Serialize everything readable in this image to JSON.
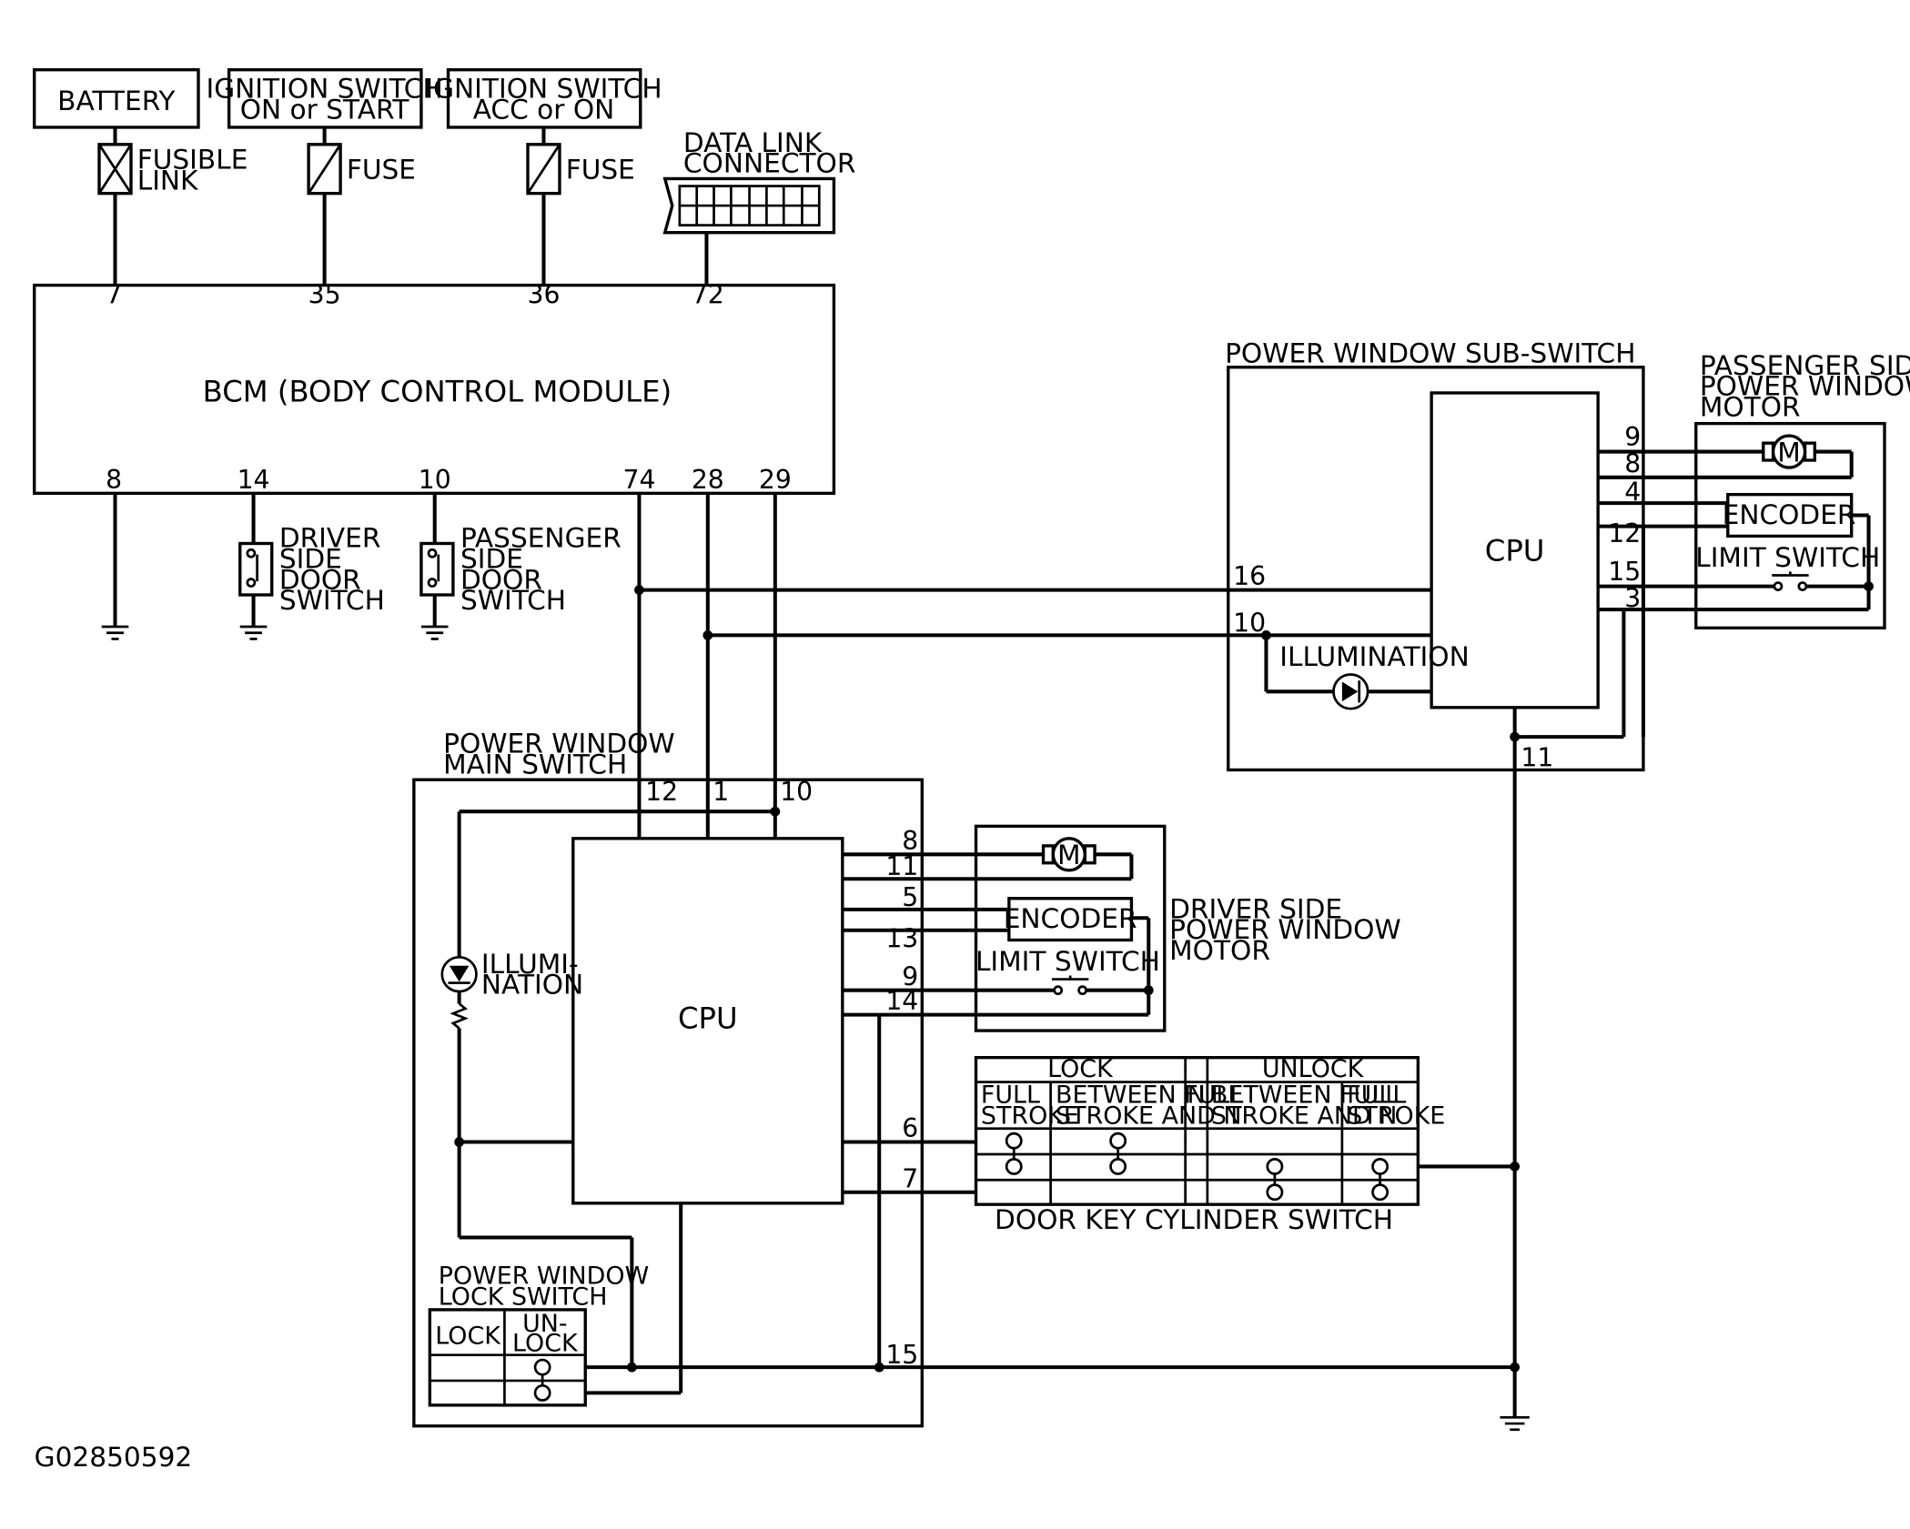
{
  "sources": {
    "battery": "BATTERY",
    "ign_on_start_1": "IGNITION SWITCH",
    "ign_on_start_2": "ON or START",
    "ign_acc_on_1": "IGNITION SWITCH",
    "ign_acc_on_2": "ACC or ON",
    "fusible_link_1": "FUSIBLE",
    "fusible_link_2": "LINK",
    "fuse_1": "FUSE",
    "fuse_2": "FUSE",
    "dlc_1": "DATA LINK",
    "dlc_2": "CONNECTOR"
  },
  "bcm": {
    "label": "BCM (BODY CONTROL MODULE)",
    "pins_top": [
      "7",
      "35",
      "36",
      "72"
    ],
    "pins_bottom": [
      "8",
      "14",
      "10",
      "74",
      "28",
      "29"
    ]
  },
  "door_switches": {
    "driver": [
      "DRIVER",
      "SIDE",
      "DOOR",
      "SWITCH"
    ],
    "passenger": [
      "PASSENGER",
      "SIDE",
      "DOOR",
      "SWITCH"
    ]
  },
  "sub_switch": {
    "title": "POWER WINDOW SUB-SWITCH",
    "cpu": "CPU",
    "illumination": "ILLUMINATION",
    "pins": {
      "p16": "16",
      "p10": "10",
      "p9": "9",
      "p8": "8",
      "p4": "4",
      "p12": "12",
      "p15": "15",
      "p3": "3",
      "p11": "11"
    }
  },
  "passenger_motor": {
    "title": [
      "PASSENGER SIDE",
      "POWER WINDOW",
      "MOTOR"
    ],
    "motor": "M",
    "encoder": "ENCODER",
    "limit_switch": "LIMIT SWITCH"
  },
  "main_switch": {
    "title": [
      "POWER WINDOW",
      "MAIN SWITCH"
    ],
    "cpu": "CPU",
    "illumination": [
      "ILLUMI-",
      "NATION"
    ],
    "pins": {
      "p12": "12",
      "p1": "1",
      "p10": "10",
      "p8": "8",
      "p11": "11",
      "p5": "5",
      "p13": "13",
      "p9": "9",
      "p14": "14",
      "p6": "6",
      "p7": "7",
      "p15": "15"
    }
  },
  "driver_motor": {
    "title": [
      "DRIVER SIDE",
      "POWER WINDOW",
      "MOTOR"
    ],
    "motor": "M",
    "encoder": "ENCODER",
    "limit_switch": "LIMIT SWITCH"
  },
  "lock_switch": {
    "title": [
      "POWER WINDOW",
      "LOCK SWITCH"
    ],
    "lock": "LOCK",
    "unlock": [
      "UN-",
      "LOCK"
    ]
  },
  "door_key": {
    "title": "DOOR KEY CYLINDER SWITCH",
    "lock": "LOCK",
    "unlock": "UNLOCK",
    "n": "N",
    "full_stroke": [
      "FULL",
      "STROKE"
    ],
    "between": [
      "BETWEEN FULL",
      "STROKE AND N"
    ]
  },
  "figure_id": "G02850592"
}
